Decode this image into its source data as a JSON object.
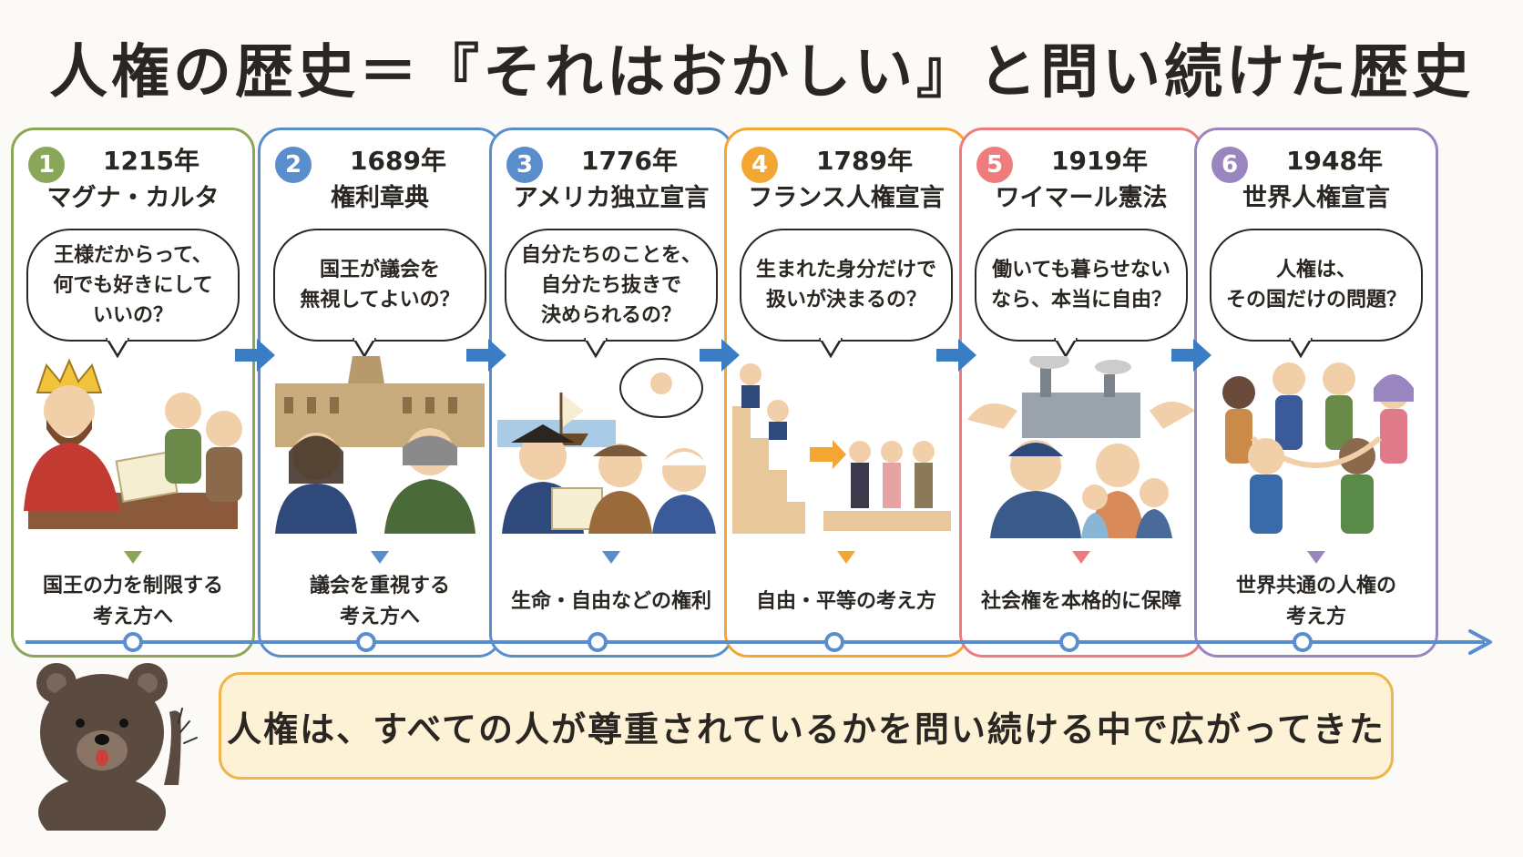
{
  "title": "人権の歴史＝『それはおかしい』と問い続けた歴史",
  "cards": [
    {
      "num": "1",
      "year": "1215年",
      "event": "マグナ・カルタ",
      "question": "王様だからって、\n何でも好きにして\nいいの？",
      "result": "国王の力を制限する\n考え方へ",
      "color": "#8aa659"
    },
    {
      "num": "2",
      "year": "1689年",
      "event": "権利章典",
      "question": "国王が議会を\n無視してよいの？",
      "result": "議会を重視する\n考え方へ",
      "color": "#5a8dcc"
    },
    {
      "num": "3",
      "year": "1776年",
      "event": "アメリカ独立宣言",
      "question": "自分たちのことを、\n自分たち抜きで\n決められるの？",
      "result": "生命・自由などの権利",
      "color": "#5a8dcc"
    },
    {
      "num": "4",
      "year": "1789年",
      "event": "フランス人権宣言",
      "question": "生まれた身分だけで\n扱いが決まるの？",
      "result": "自由・平等の考え方",
      "color": "#f3a632"
    },
    {
      "num": "5",
      "year": "1919年",
      "event": "ワイマール憲法",
      "question": "働いても暮らせない\nなら、本当に自由？",
      "result": "社会権を本格的に保障",
      "color": "#ef7c7c"
    },
    {
      "num": "6",
      "year": "1948年",
      "event": "世界人権宣言",
      "question": "人権は、\nその国だけの問題？",
      "result": "世界共通の人権の\n考え方",
      "color": "#9a86bf"
    }
  ],
  "summary": "人権は、すべての人が尊重されているかを問い続ける中で広がってきた",
  "colors": {
    "arrow": "#3b7dc4",
    "timeline": "#5a8dcc",
    "summary_border": "#f0b54a",
    "summary_bg": "#fdf2d6"
  },
  "icons": [
    "crown-icon",
    "scroll-icon",
    "parliament-icon",
    "ship-icon",
    "stairs-icon",
    "factory-icon",
    "globe-people-icon",
    "bear-mascot-icon"
  ]
}
